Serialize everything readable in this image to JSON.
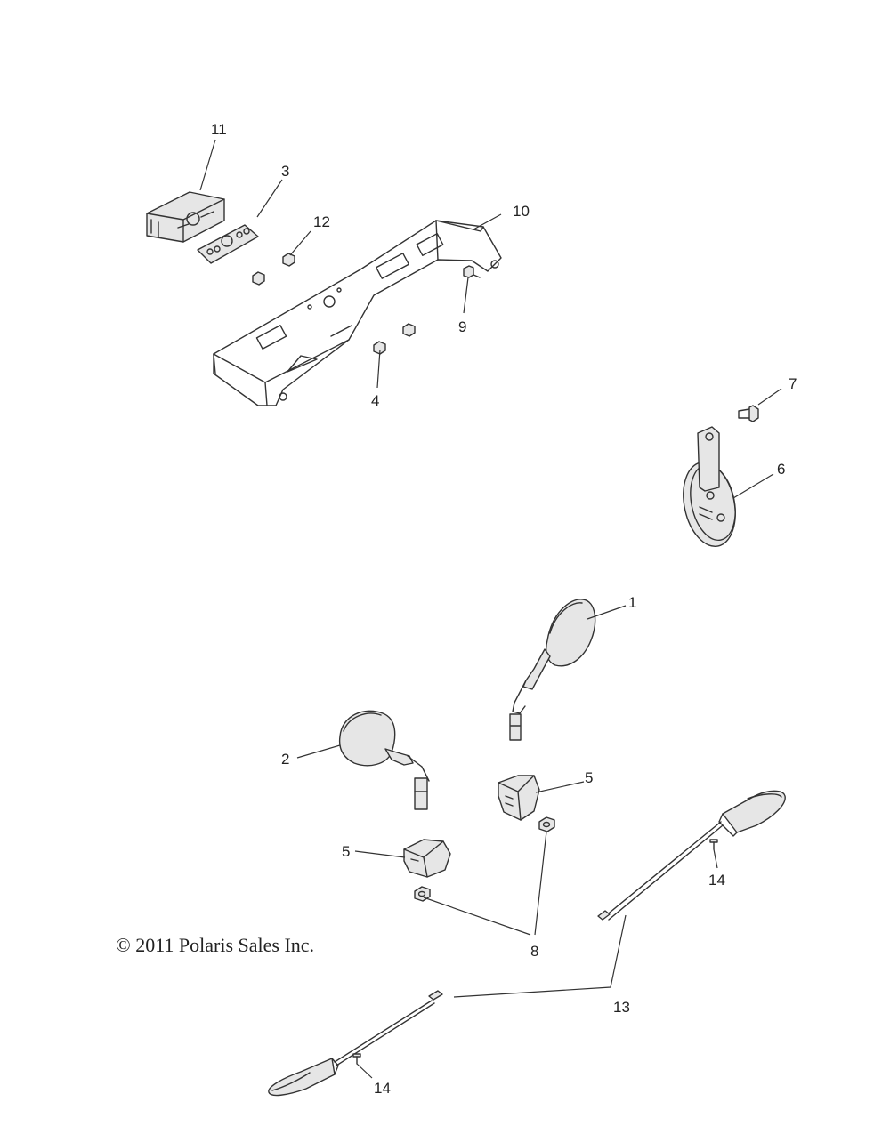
{
  "copyright": "© 2011 Polaris Sales Inc.",
  "callouts": {
    "c1": "1",
    "c2": "2",
    "c3": "3",
    "c4": "4",
    "c5a": "5",
    "c5b": "5",
    "c6": "6",
    "c7": "7",
    "c8": "8",
    "c9": "9",
    "c10": "10",
    "c11": "11",
    "c12": "12",
    "c13": "13",
    "c14a": "14",
    "c14b": "14"
  },
  "parts": [
    {
      "id": "1",
      "icon": "mirror-right-icon"
    },
    {
      "id": "2",
      "icon": "mirror-left-icon"
    },
    {
      "id": "3",
      "icon": "light-gasket-icon"
    },
    {
      "id": "4",
      "icon": "nut-icon"
    },
    {
      "id": "5",
      "icon": "mirror-clamp-icon"
    },
    {
      "id": "6",
      "icon": "horn-icon"
    },
    {
      "id": "7",
      "icon": "screw-icon"
    },
    {
      "id": "8",
      "icon": "nut-icon"
    },
    {
      "id": "9",
      "icon": "screw-icon"
    },
    {
      "id": "10",
      "icon": "bracket-icon"
    },
    {
      "id": "11",
      "icon": "license-light-icon"
    },
    {
      "id": "12",
      "icon": "nut-icon"
    },
    {
      "id": "13",
      "icon": "turn-signal-icon"
    },
    {
      "id": "14",
      "icon": "screw-icon"
    }
  ]
}
